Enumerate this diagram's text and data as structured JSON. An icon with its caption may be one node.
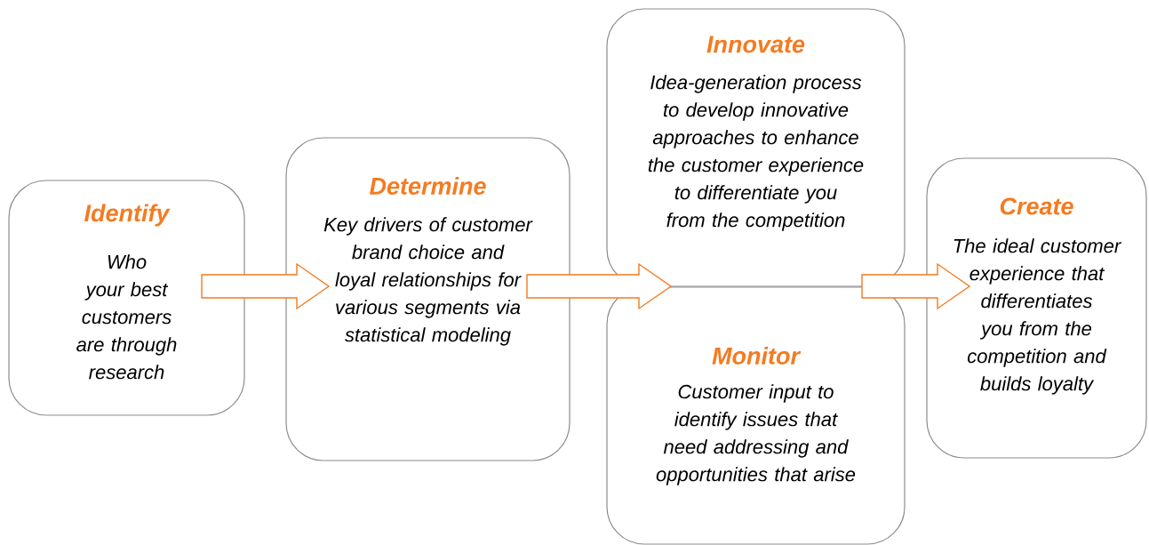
{
  "diagram": {
    "nodes": [
      {
        "text": [
          "Identify",
          "Who your best customers are through research"
        ]
      },
      {
        "text": [
          "Determine",
          "Key drivers of customer brand choice and loyal relationships for various segments via statistical modeling"
        ]
      },
      {
        "text": [
          "Innovate",
          "Idea-generation process to develop innovative approaches to enhance the customer experience to differentiate you from the competition"
        ]
      },
      {
        "text": [
          "Monitor",
          "Customer input to identify issues that need addressing and opportunities that arise"
        ]
      },
      {
        "text": [
          "Create",
          "The ideal customer experience that differentiates you from the competition and builds loyalty"
        ]
      }
    ],
    "edges": [
      {
        "from": 0,
        "to": 1,
        "arrow": "to"
      },
      {
        "from": 1,
        "to": 2,
        "arrow": "to"
      },
      {
        "from": 1,
        "to": 3,
        "arrow": "to"
      },
      {
        "from": 2,
        "to": 4,
        "arrow": "to"
      },
      {
        "from": 3,
        "to": 4,
        "arrow": "to"
      }
    ]
  }
}
